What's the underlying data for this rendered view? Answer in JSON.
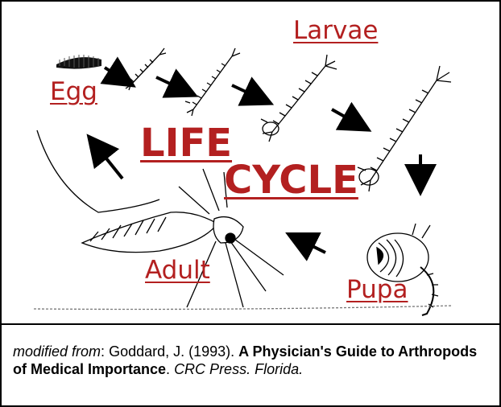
{
  "labels": {
    "egg": "Egg",
    "larvae": "Larvae",
    "pupa": "Pupa",
    "adult": "Adult"
  },
  "title": {
    "line1": "LIFE",
    "line2": "CYCLE"
  },
  "caption": {
    "prefix": "modified from",
    "sep": ": ",
    "author": "Goddard, J. (1993). ",
    "book": "A Physician's Guide to Arthropods of Medical Importance",
    "period": ". ",
    "publisher": "CRC Press. Florida."
  },
  "colors": {
    "label": "#b32020",
    "ink": "#000000"
  }
}
